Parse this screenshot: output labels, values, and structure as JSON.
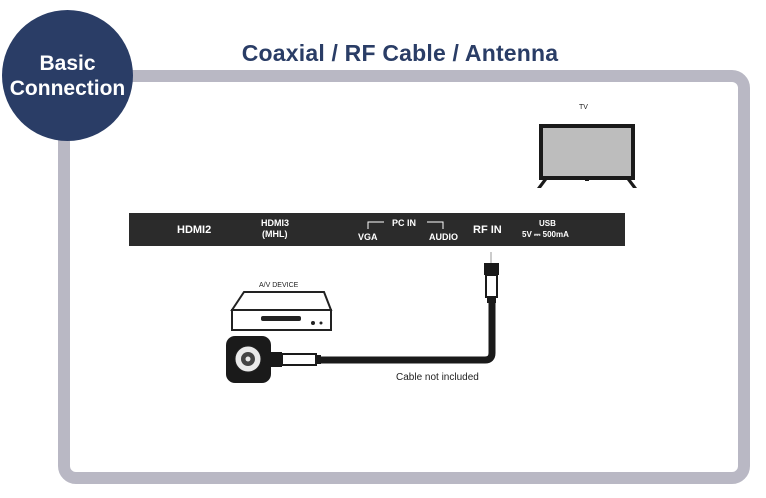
{
  "badge": {
    "line1": "Basic",
    "line2": "Connection"
  },
  "title": "Coaxial / RF Cable / Antenna",
  "tv_label": "TV",
  "panel": {
    "hdmi2": "HDMI2",
    "hdmi3": "HDMI3",
    "mhl": "(MHL)",
    "pc_in": "PC IN",
    "vga": "VGA",
    "audio": "AUDIO",
    "rf_in": "RF IN",
    "usb": "USB",
    "usb_spec": "5V ⎓ 500mA"
  },
  "device_label": "A/V DEVICE",
  "cable_caption": "Cable not included",
  "colors": {
    "accent": "#2a3d66",
    "frame": "#b9b8c4",
    "panel": "#2b2b2b"
  }
}
